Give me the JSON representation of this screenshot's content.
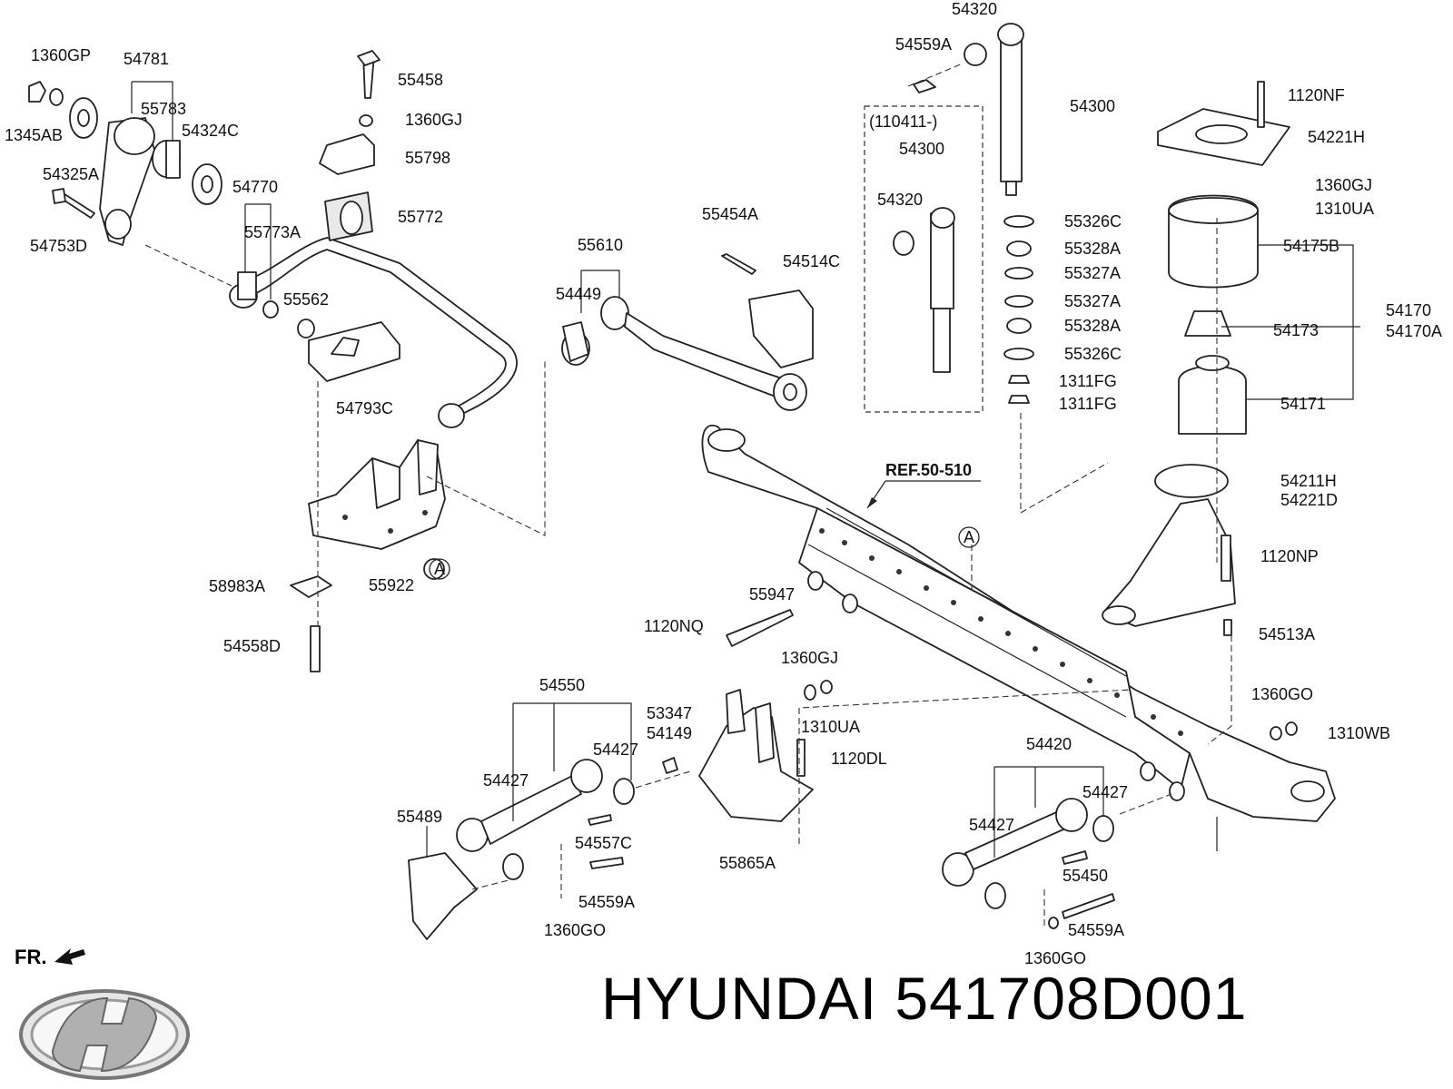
{
  "footer": {
    "brand": "HYUNDAI",
    "part_number": "541708D001",
    "front_indicator": "FR."
  },
  "ref_label": "REF.50-510",
  "revision_box_label": "(110411-)",
  "callout_marker": "A",
  "labels": [
    {
      "id": "l1",
      "text": "1360GP"
    },
    {
      "id": "l2",
      "text": "54781"
    },
    {
      "id": "l3",
      "text": "55783"
    },
    {
      "id": "l4",
      "text": "1345AB"
    },
    {
      "id": "l5",
      "text": "54325A"
    },
    {
      "id": "l6",
      "text": "54324C"
    },
    {
      "id": "l7",
      "text": "54753D"
    },
    {
      "id": "l8",
      "text": "54770"
    },
    {
      "id": "l9",
      "text": "55773A"
    },
    {
      "id": "l10",
      "text": "55562"
    },
    {
      "id": "l11",
      "text": "55458"
    },
    {
      "id": "l12",
      "text": "1360GJ"
    },
    {
      "id": "l13",
      "text": "55798"
    },
    {
      "id": "l14",
      "text": "55772"
    },
    {
      "id": "l15",
      "text": "54793C"
    },
    {
      "id": "l16",
      "text": "55922"
    },
    {
      "id": "l17",
      "text": "58983A"
    },
    {
      "id": "l18",
      "text": "54558D"
    },
    {
      "id": "l19",
      "text": "55454A"
    },
    {
      "id": "l20",
      "text": "55610"
    },
    {
      "id": "l21",
      "text": "54449"
    },
    {
      "id": "l22",
      "text": "54514C"
    },
    {
      "id": "l23",
      "text": "54320"
    },
    {
      "id": "l24",
      "text": "54559A"
    },
    {
      "id": "l25",
      "text": "54300"
    },
    {
      "id": "l26",
      "text": "54300"
    },
    {
      "id": "l27",
      "text": "54320"
    },
    {
      "id": "l28",
      "text": "55326C"
    },
    {
      "id": "l29",
      "text": "55328A"
    },
    {
      "id": "l30",
      "text": "55327A"
    },
    {
      "id": "l31",
      "text": "55327A"
    },
    {
      "id": "l32",
      "text": "55328A"
    },
    {
      "id": "l33",
      "text": "55326C"
    },
    {
      "id": "l34",
      "text": "1311FG"
    },
    {
      "id": "l35",
      "text": "1311FG"
    },
    {
      "id": "l36",
      "text": "1120NF"
    },
    {
      "id": "l37",
      "text": "54221H"
    },
    {
      "id": "l38",
      "text": "1360GJ"
    },
    {
      "id": "l39",
      "text": "1310UA"
    },
    {
      "id": "l40",
      "text": "54175B"
    },
    {
      "id": "l41",
      "text": "54170"
    },
    {
      "id": "l42",
      "text": "54170A"
    },
    {
      "id": "l43",
      "text": "54173"
    },
    {
      "id": "l44",
      "text": "54171"
    },
    {
      "id": "l45",
      "text": "54211H"
    },
    {
      "id": "l46",
      "text": "54221D"
    },
    {
      "id": "l47",
      "text": "1120NP"
    },
    {
      "id": "l48",
      "text": "54513A"
    },
    {
      "id": "l49",
      "text": "1360GO"
    },
    {
      "id": "l50",
      "text": "1310WB"
    },
    {
      "id": "l51",
      "text": "55947"
    },
    {
      "id": "l52",
      "text": "1120NQ"
    },
    {
      "id": "l53",
      "text": "1360GJ"
    },
    {
      "id": "l54",
      "text": "1310UA"
    },
    {
      "id": "l55",
      "text": "1120DL"
    },
    {
      "id": "l56",
      "text": "53347"
    },
    {
      "id": "l57",
      "text": "54149"
    },
    {
      "id": "l58",
      "text": "55865A"
    },
    {
      "id": "l59",
      "text": "54550"
    },
    {
      "id": "l60",
      "text": "54427"
    },
    {
      "id": "l61",
      "text": "54427"
    },
    {
      "id": "l62",
      "text": "55489"
    },
    {
      "id": "l63",
      "text": "54557C"
    },
    {
      "id": "l64",
      "text": "54559A"
    },
    {
      "id": "l65",
      "text": "1360GO"
    },
    {
      "id": "l66",
      "text": "54420"
    },
    {
      "id": "l67",
      "text": "54427"
    },
    {
      "id": "l68",
      "text": "54427"
    },
    {
      "id": "l69",
      "text": "55450"
    },
    {
      "id": "l70",
      "text": "54559A"
    },
    {
      "id": "l71",
      "text": "1360GO"
    }
  ]
}
